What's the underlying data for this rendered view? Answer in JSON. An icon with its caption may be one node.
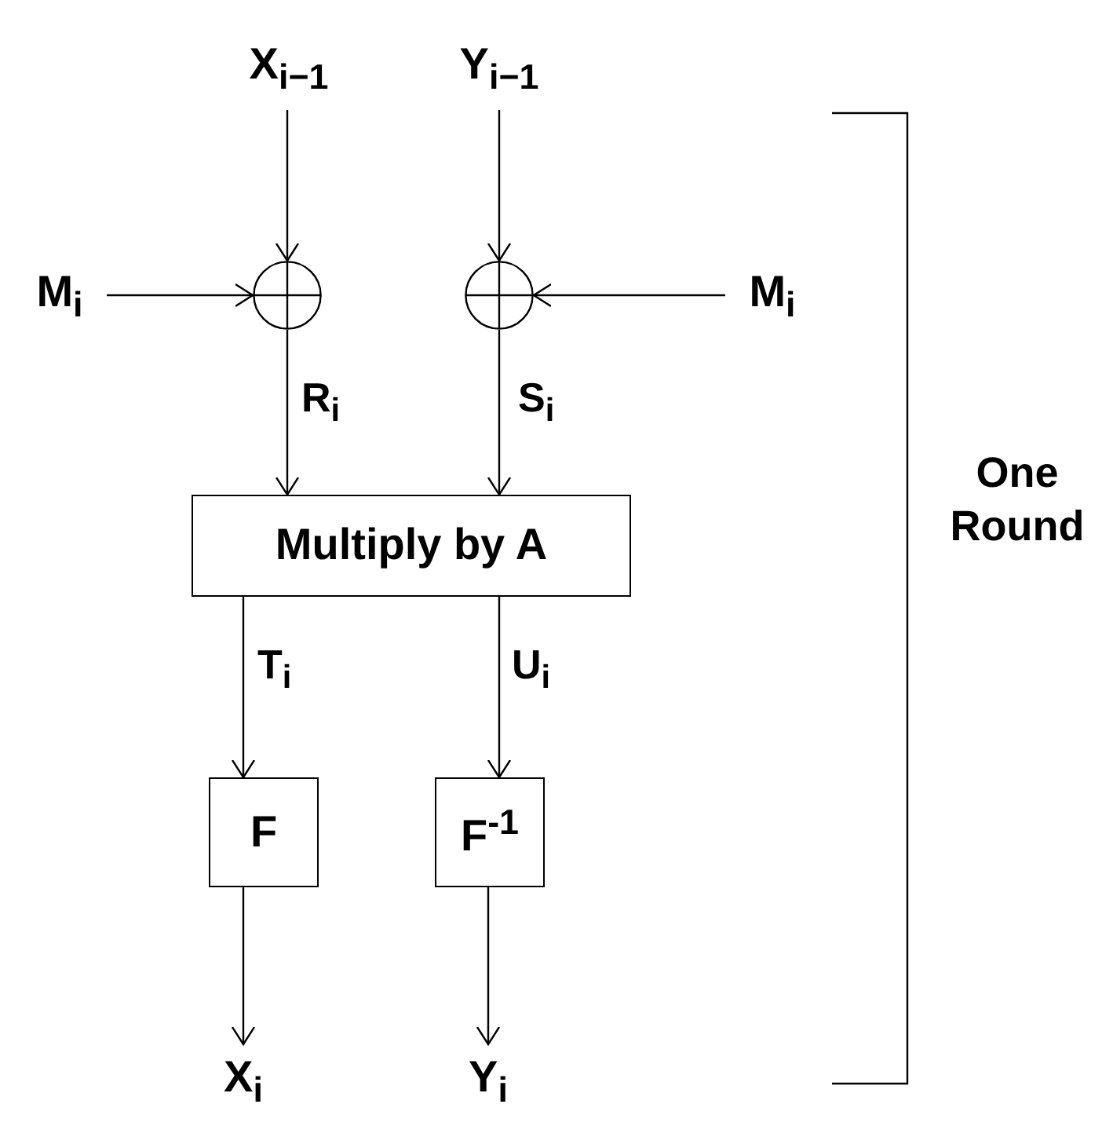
{
  "diagram": {
    "nodes": [
      {
        "text": [
          "X$_{i−1}$"
        ]
      },
      {
        "text": [
          "Y$_{i−1}$"
        ]
      },
      {
        "text": [
          "M$_{i}$"
        ]
      },
      {
        "text": [],
        "shape": "circle"
      },
      {
        "text": [],
        "shape": "circle"
      },
      {
        "text": [
          "M$_{i}$"
        ]
      },
      {
        "text": [
          "Multiply by A"
        ]
      },
      {
        "text": [
          "F"
        ]
      },
      {
        "text": [
          "F$^{-1}$"
        ]
      },
      {
        "text": [
          "X$_{i}$"
        ]
      },
      {
        "text": [
          "Y$_{i}$"
        ]
      }
    ],
    "edges": [
      {
        "from": 0,
        "to": 3,
        "arrow": "to"
      },
      {
        "from": 2,
        "to": 3,
        "arrow": "to"
      },
      {
        "from": 1,
        "to": 4,
        "arrow": "to"
      },
      {
        "from": 5,
        "to": 4,
        "arrow": "to"
      },
      {
        "from": 3,
        "to": 6,
        "arrow": "to",
        "label": "R$_{i}$"
      },
      {
        "from": 4,
        "to": 6,
        "arrow": "to",
        "label": "S$_{i}$"
      },
      {
        "from": 6,
        "to": 7,
        "arrow": "to",
        "label": "T$_{i}$"
      },
      {
        "from": 6,
        "to": 8,
        "arrow": "to",
        "label": "U$_{i}$"
      },
      {
        "from": 7,
        "to": 9,
        "arrow": "to"
      },
      {
        "from": 8,
        "to": 10,
        "arrow": "to"
      }
    ],
    "labels": [
      "One Round"
    ]
  }
}
